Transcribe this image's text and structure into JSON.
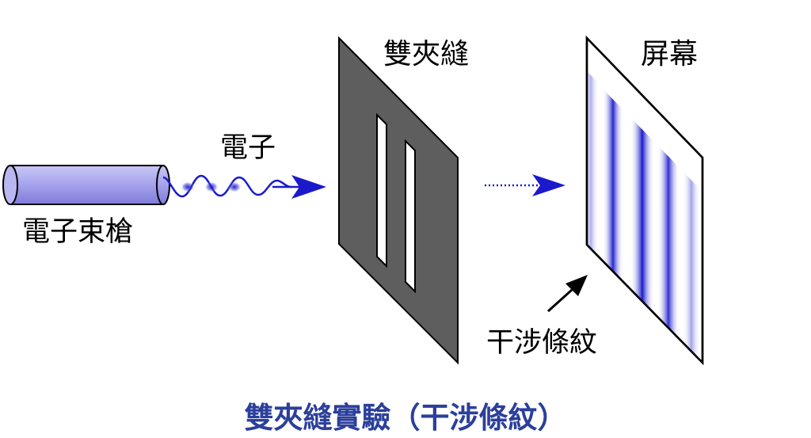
{
  "labels": {
    "gun": "電子束槍",
    "electron": "電子",
    "slits": "雙夾縫",
    "screen": "屏幕",
    "fringes": "干涉條紋"
  },
  "caption": "雙夾縫實驗（干涉條紋）",
  "colors": {
    "accent_blue": "#1a1acc",
    "caption_blue": "#2b3f9b",
    "gun_fill": "#a9a6ee",
    "plate_gray": "#5e5e5e"
  }
}
